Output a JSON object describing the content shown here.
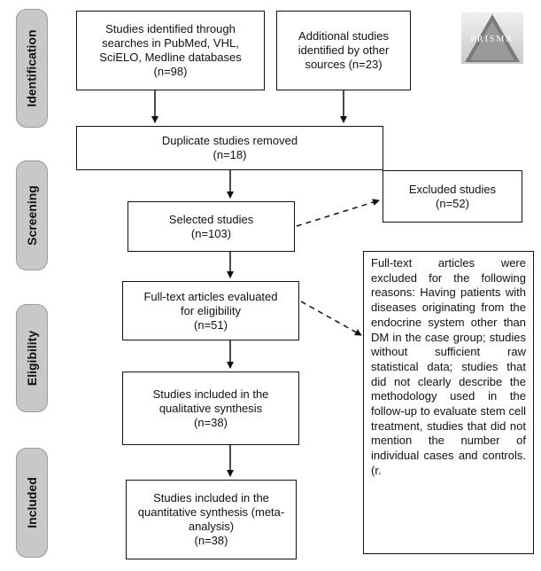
{
  "stages": {
    "identification": "Identification",
    "screening": "Screening",
    "eligibility": "Eligibility",
    "included": "Included"
  },
  "boxes": {
    "identified": {
      "line1": "Studies identified through",
      "line2": "searches in PubMed, VHL,",
      "line3": "SciELO, Medline databases",
      "line4": "(n=98)"
    },
    "additional": {
      "line1": "Additional studies",
      "line2": "identified by other",
      "line3": "sources (n=23)"
    },
    "duplicates": {
      "line1": "Duplicate studies removed",
      "line2": "(n=18)"
    },
    "selected": {
      "line1": "Selected studies",
      "line2": "(n=103)"
    },
    "excluded": {
      "line1": "Excluded studies",
      "line2": "(n=52)"
    },
    "fulltext": {
      "line1": "Full-text articles evaluated",
      "line2": "for eligibility",
      "line3": "(n=51)"
    },
    "qualitative": {
      "line1": "Studies included in the",
      "line2": "qualitative synthesis",
      "line3": "(n=38)"
    },
    "quantitative": {
      "line1": "Studies included in the",
      "line2": "quantitative synthesis (meta-",
      "line3": "analysis)",
      "line4": "(n=38)"
    }
  },
  "exclusion_reasons": "Full-text articles were excluded for the following reasons: Having patients with diseases originating from the endocrine system other than DM in the case group; studies without sufficient raw statistical data; studies that did not clearly describe the methodology used in the follow-up to evaluate stem cell treatment, studies that did not mention the number of individual cases and controls. (r.",
  "logo": {
    "text": "PRISMA",
    "icon": "prisma-triangle-logo"
  }
}
